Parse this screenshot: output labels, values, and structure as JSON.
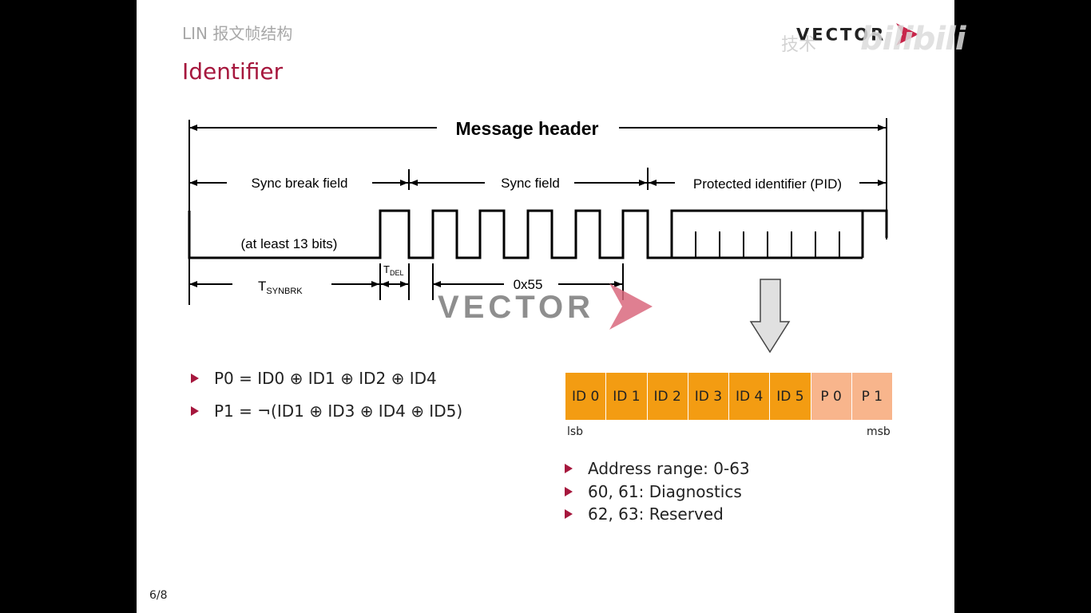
{
  "slide": {
    "supertitle": "LIN 报文帧结构",
    "title": "Identifier",
    "page_number": "6/8",
    "logo_text": "VECTOR",
    "watermark_text": "VECTOR"
  },
  "diagram": {
    "message_header": "Message header",
    "sync_break_field": "Sync break field",
    "sync_field": "Sync field",
    "pid_field": "Protected identifier (PID)",
    "at_least_13_bits": "(at least 13 bits)",
    "t_synbrk": "T",
    "t_synbrk_sub": "SYNBRK",
    "t_del": "T",
    "t_del_sub": "DEL",
    "hex_value": "0x55"
  },
  "formulas": [
    "P0 = ID0 ⊕ ID1 ⊕ ID2 ⊕ ID4",
    "P1 = ¬(ID1 ⊕ ID3 ⊕ ID4 ⊕ ID5)"
  ],
  "pid_bits": [
    "ID 0",
    "ID 1",
    "ID 2",
    "ID 3",
    "ID 4",
    "ID 5",
    "P 0",
    "P 1"
  ],
  "pid_lsb": "lsb",
  "pid_msb": "msb",
  "address_info": [
    "Address range: 0-63",
    "60, 61: Diagnostics",
    "62, 63: Reserved"
  ],
  "overlay": {
    "channel_label": "技术",
    "platform_logo": "bilibili"
  },
  "colors": {
    "title": "#a6173d",
    "bullet": "#a6173d",
    "id_cell": "#f39c12",
    "parity_cell": "#f8b58c",
    "logo_accent": "#c8254a"
  }
}
